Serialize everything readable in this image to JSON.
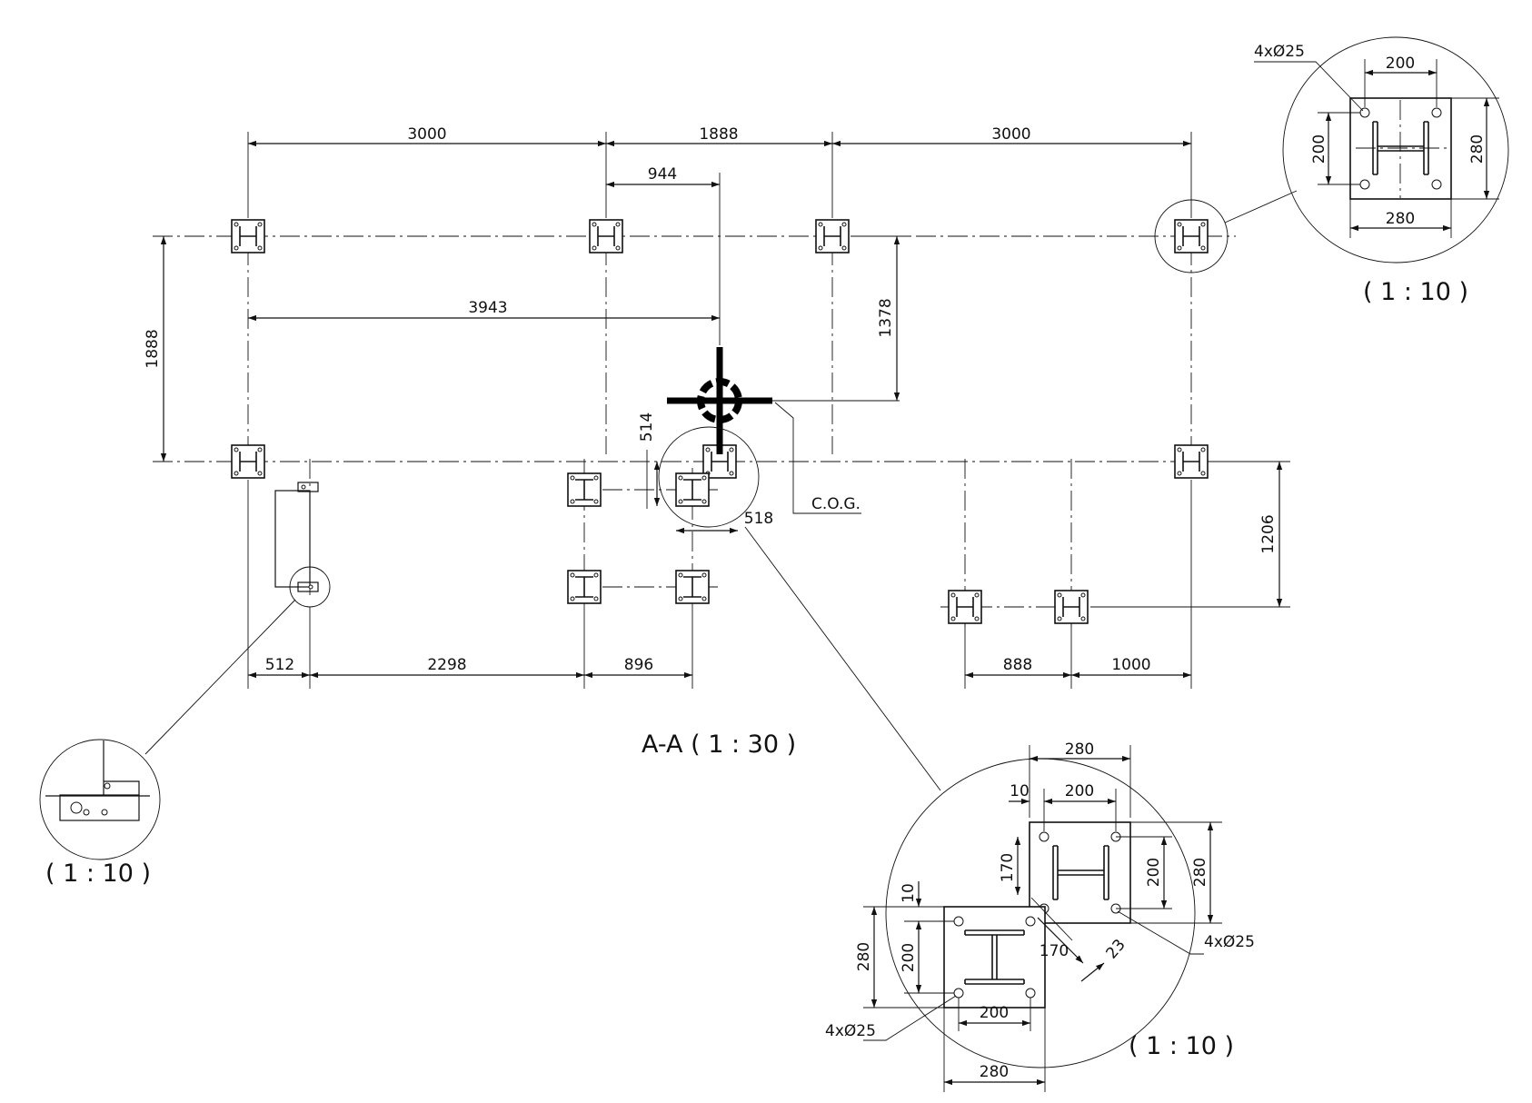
{
  "views": {
    "main_title": "A-A ( 1 : 30 )",
    "detail_scale_top_right": "( 1 : 10 )",
    "detail_scale_left": "( 1 : 10 )",
    "detail_scale_bottom": "( 1 : 10 )"
  },
  "labels": {
    "cog": "C.O.G."
  },
  "dimensions": {
    "top_left_span": "3000",
    "top_mid_span": "1888",
    "top_right_span": "3000",
    "cog_x_offset": "944",
    "cog_x_total": "3943",
    "left_vertical": "1888",
    "cog_y_offset": "1378",
    "pair_vertical": "514",
    "pair_horizontal": "518",
    "right_vertical": "1206",
    "bottom_512": "512",
    "bottom_2298": "2298",
    "bottom_896": "896",
    "bottom_888": "888",
    "bottom_1000": "1000"
  },
  "detail_top_right": {
    "holes": "4xØ25",
    "hole_spacing_h": "200",
    "hole_spacing_v": "200",
    "plate_h": "280",
    "plate_v": "280"
  },
  "detail_bottom": {
    "top_width": "280",
    "offset_10_top": "10",
    "top_spacing": "200",
    "top_170": "170",
    "top_200_v": "200",
    "top_280_v": "280",
    "holes_right": "4xØ25",
    "left_10": "10",
    "left_280": "280",
    "left_200": "200",
    "diag_170": "170",
    "diag_23": "23",
    "holes_left": "4xØ25",
    "bottom_200": "200",
    "bottom_280": "280"
  }
}
